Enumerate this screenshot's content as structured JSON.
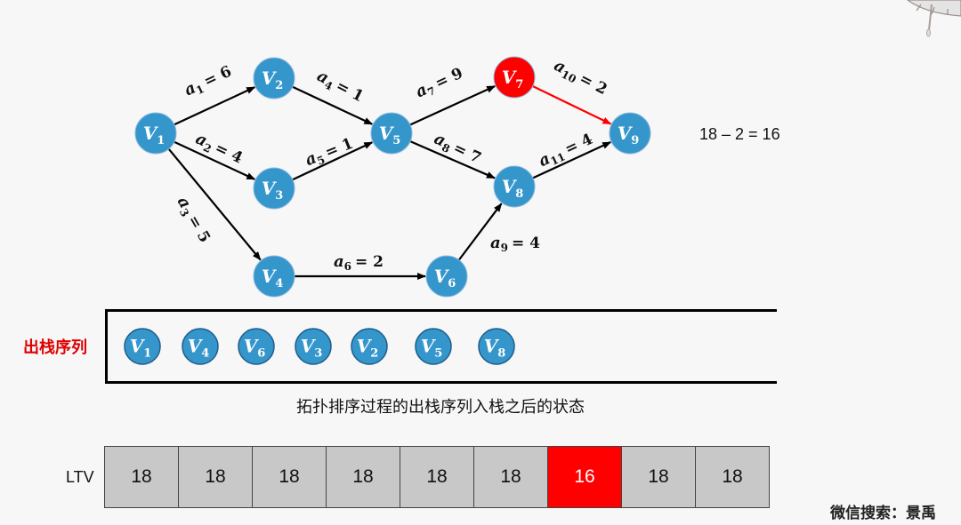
{
  "colors": {
    "node": "#3596cc",
    "highlight": "#ff0000",
    "cell": "#c8c8c8",
    "edge": "#000000"
  },
  "graph": {
    "nodes": [
      {
        "id": "V1",
        "name": "V",
        "sub": "1"
      },
      {
        "id": "V2",
        "name": "V",
        "sub": "2"
      },
      {
        "id": "V3",
        "name": "V",
        "sub": "3"
      },
      {
        "id": "V4",
        "name": "V",
        "sub": "4"
      },
      {
        "id": "V5",
        "name": "V",
        "sub": "5"
      },
      {
        "id": "V6",
        "name": "V",
        "sub": "6"
      },
      {
        "id": "V7",
        "name": "V",
        "sub": "7",
        "highlight": true
      },
      {
        "id": "V8",
        "name": "V",
        "sub": "8"
      },
      {
        "id": "V9",
        "name": "V",
        "sub": "9"
      }
    ],
    "edges": [
      {
        "from": "V1",
        "to": "V2",
        "var": "a",
        "sub": "1",
        "weight": "= 6"
      },
      {
        "from": "V1",
        "to": "V3",
        "var": "a",
        "sub": "2",
        "weight": "= 4"
      },
      {
        "from": "V1",
        "to": "V4",
        "var": "a",
        "sub": "3",
        "weight": "= 5"
      },
      {
        "from": "V2",
        "to": "V5",
        "var": "a",
        "sub": "4",
        "weight": "= 1"
      },
      {
        "from": "V3",
        "to": "V5",
        "var": "a",
        "sub": "5",
        "weight": "= 1"
      },
      {
        "from": "V4",
        "to": "V6",
        "var": "a",
        "sub": "6",
        "weight": "= 2"
      },
      {
        "from": "V5",
        "to": "V7",
        "var": "a",
        "sub": "7",
        "weight": "= 9"
      },
      {
        "from": "V5",
        "to": "V8",
        "var": "a",
        "sub": "8",
        "weight": "= 7"
      },
      {
        "from": "V6",
        "to": "V8",
        "var": "a",
        "sub": "9",
        "weight": "= 4"
      },
      {
        "from": "V7",
        "to": "V9",
        "var": "a",
        "sub": "10",
        "weight": "= 2",
        "highlight": true
      },
      {
        "from": "V8",
        "to": "V9",
        "var": "a",
        "sub": "11",
        "weight": "= 4"
      }
    ]
  },
  "formula": "18 – 2 = 16",
  "stack": {
    "title": "出栈序列",
    "items": [
      {
        "name": "V",
        "sub": "1"
      },
      {
        "name": "V",
        "sub": "4"
      },
      {
        "name": "V",
        "sub": "6"
      },
      {
        "name": "V",
        "sub": "3"
      },
      {
        "name": "V",
        "sub": "2"
      },
      {
        "name": "V",
        "sub": "5"
      },
      {
        "name": "V",
        "sub": "8"
      }
    ]
  },
  "caption": "拓扑排序过程的出栈序列入栈之后的状态",
  "ltv": {
    "label": "LTV",
    "values": [
      "18",
      "18",
      "18",
      "18",
      "18",
      "18",
      "16",
      "18",
      "18"
    ],
    "highlight_index": 6
  },
  "watermark": "微信搜索：景禹"
}
